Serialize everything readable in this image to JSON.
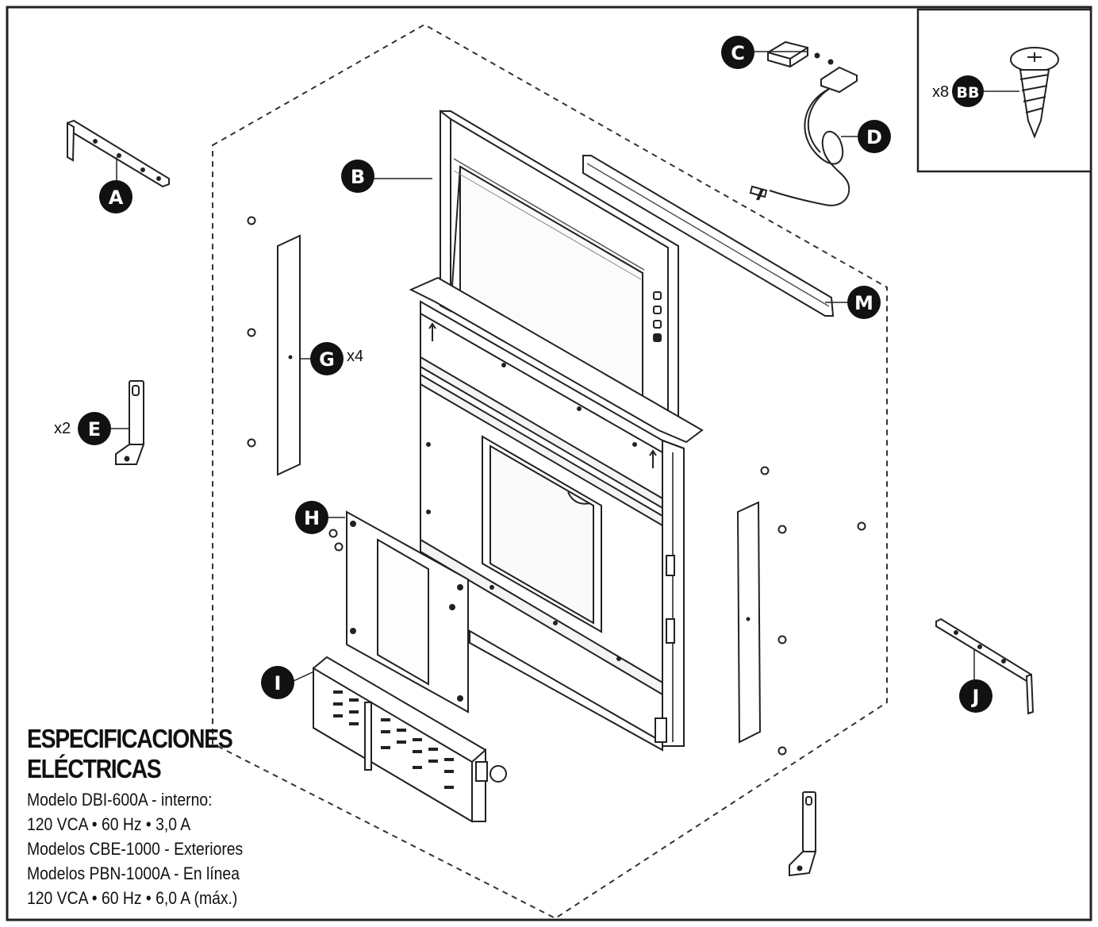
{
  "callouts": {
    "A": "A",
    "B": "B",
    "C": "C",
    "D": "D",
    "E": "E",
    "G": "G",
    "H": "H",
    "I": "I",
    "J": "J",
    "M": "M",
    "BB": "BB"
  },
  "quantities": {
    "G": "x4",
    "E": "x2",
    "BB": "x8"
  },
  "specs": {
    "title_line1": "ESPECIFICACIONES",
    "title_line2": "ELÉCTRICAS",
    "lines": [
      "Modelo DBI-600A - interno:",
      "120 VCA • 60 Hz • 3,0 A",
      "Modelos CBE-1000 - Exteriores",
      "Modelos PBN-1000A - En línea",
      "120 VCA • 60 Hz • 6,0 A (máx.)"
    ]
  }
}
